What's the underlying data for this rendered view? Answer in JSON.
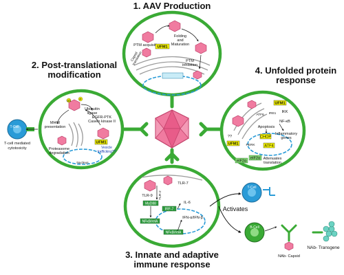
{
  "sections": {
    "aav_production": {
      "title": "1. AAV Production",
      "labels": {
        "folding": "Folding",
        "and": "and",
        "maturation": "Maturation",
        "ptm_acquisition": "PTM acquisition",
        "ufm1": "UFM1",
        "ptm_inhibition_1": "PTM",
        "ptm_inhibition_2": "inhibition",
        "capsid_translation_1": "Capsid",
        "capsid_translation_2": "translation"
      }
    },
    "post_translational": {
      "title_line1": "2. Post-translational",
      "title_line2": "modification",
      "labels": {
        "ubiquitin_ligase_1": "Ubiquitin",
        "ubiquitin_ligase_2": "ligase",
        "mhci_1": "MHCI",
        "mhci_2": "presentation",
        "egfr_ptk": "EGFR-PTK",
        "casein_kinase": "Casein kinase II",
        "proteasome_1": "Proteasome",
        "proteasome_2": "degradation",
        "ufm1": "UFM1",
        "vesicle_1": "Vesicle",
        "vesicle_2": "trafficking??",
        "nucleus": "Nucleus",
        "ub": "Ub",
        "p": "P"
      }
    },
    "tcell_side": {
      "tcell": "T-Cell",
      "mediated_1": "T-cell mediated",
      "mediated_2": "cytotoxicity"
    },
    "upr": {
      "title_line1": "4. Unfolded protein",
      "title_line2": "response",
      "labels": {
        "ufm1_top": "UFM1",
        "ufm1_bottom": "UFM1",
        "ikk": "IKK",
        "nfkb": "NF-κB",
        "atf6": "ATF6",
        "ire1": "IRE1",
        "perk": "PERK",
        "apoptosis": "Apoptosis",
        "chop": "CHOP",
        "atf4": "ATF4",
        "inflammatory_1": "Inflammatory",
        "inflammatory_2": "genes",
        "eif2a": "eIF2α",
        "attenuates_1": "Attenuates",
        "attenuates_2": "translation",
        "qq": "??"
      }
    },
    "immune": {
      "title_line1": "3. Innate and adaptive",
      "title_line2": "immune response",
      "labels": {
        "tlr9": "TLR-9",
        "tlr2": "TLR-2",
        "myd88": "MyD88",
        "nfkb_1": "NFκB/relA",
        "nfkb_2": "NFκB/relA",
        "irf7": "IRF-7",
        "il6": "IL-6",
        "ifn": "IFN-α/IFN-β",
        "tlr7": "TLR-7"
      }
    },
    "activation": {
      "activates": "Activates",
      "tcell": "T-Cell",
      "bcell": "B-Cell",
      "nab_capsid": "NAb- Capsid",
      "nab_transgene": "NAb- Transgene"
    }
  },
  "colors": {
    "panel_border": "#3aaa35",
    "capsid": "#f07ba0",
    "highlight_yellow": "#f4f200",
    "tag_green": "#2f9a3f",
    "tcell_cyan": "#2a9bd7",
    "bcell_green": "#3aaa35"
  }
}
